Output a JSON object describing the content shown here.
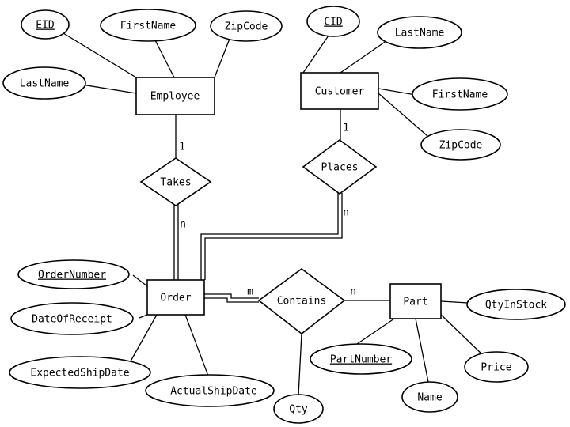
{
  "entities": {
    "employee": "Employee",
    "customer": "Customer",
    "order": "Order",
    "part": "Part"
  },
  "relationships": {
    "takes": "Takes",
    "places": "Places",
    "contains": "Contains"
  },
  "attributes": {
    "employee_eid": "EID",
    "employee_firstname": "FirstName",
    "employee_zipcode": "ZipCode",
    "employee_lastname": "LastName",
    "customer_cid": "CID",
    "customer_lastname": "LastName",
    "customer_firstname": "FirstName",
    "customer_zipcode": "ZipCode",
    "order_ordernumber": "OrderNumber",
    "order_dateofreceipt": "DateOfReceipt",
    "order_expectedshipdate": "ExpectedShipDate",
    "order_actualshipdate": "ActualShipDate",
    "contains_qty": "Qty",
    "part_partnumber": "PartNumber",
    "part_qtyinstock": "QtyInStock",
    "part_price": "Price",
    "part_name": "Name"
  },
  "cardinalities": {
    "employee_takes": "1",
    "takes_order": "n",
    "customer_places": "1",
    "places_order": "n",
    "order_contains": "m",
    "contains_part": "n"
  }
}
